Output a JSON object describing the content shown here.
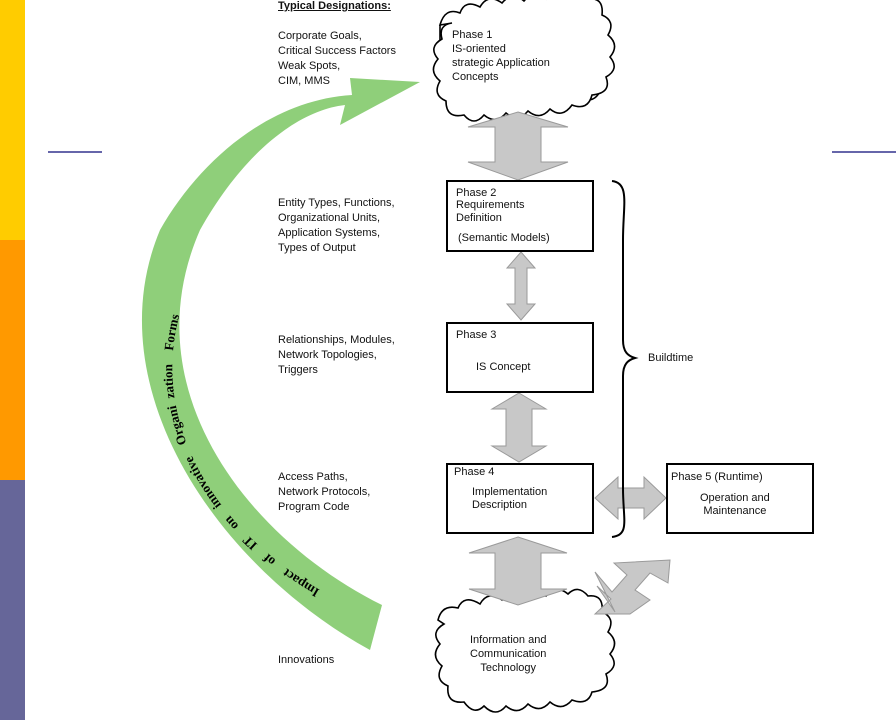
{
  "heading": "Typical Designations:",
  "designations": {
    "phase1": "Corporate Goals,\nCritical Success Factors\nWeak Spots,\nCIM, MMS",
    "phase2": "Entity Types, Functions,\nOrganizational Units,\nApplication Systems,\nTypes of Output",
    "phase3": "Relationships, Modules,\nNetwork Topologies,\nTriggers",
    "phase4": "Access Paths,\nNetwork Protocols,\nProgram Code",
    "innovations": "Innovations"
  },
  "phase1": {
    "text": "Phase 1\nIS-oriented\nstrategic Application\nConcepts"
  },
  "phase2": {
    "title": "Phase 2",
    "text": "Requirements\nDefinition",
    "sub": "(Semantic  Models)"
  },
  "phase3": {
    "title": "Phase 3",
    "text": "IS Concept"
  },
  "phase4": {
    "title": "Phase 4",
    "text": "Implementation\n   Description"
  },
  "phase5": {
    "title": "Phase 5 (Runtime)",
    "text": "Operation and\nMaintenance"
  },
  "ict": {
    "text": "Information and\nCommunication\nTechnology"
  },
  "buildtime": "Buildtime",
  "curve_words": [
    "Impact",
    "of",
    "IT",
    "on",
    "innovative",
    "Organi",
    "zation",
    "Forms"
  ],
  "colors": {
    "arrow_green": "#8fcf7a",
    "arrow_grey": "#c8c8c8",
    "sidebar_yellow": "#ffcc00",
    "sidebar_orange": "#ff9900",
    "sidebar_purple": "#666699"
  }
}
